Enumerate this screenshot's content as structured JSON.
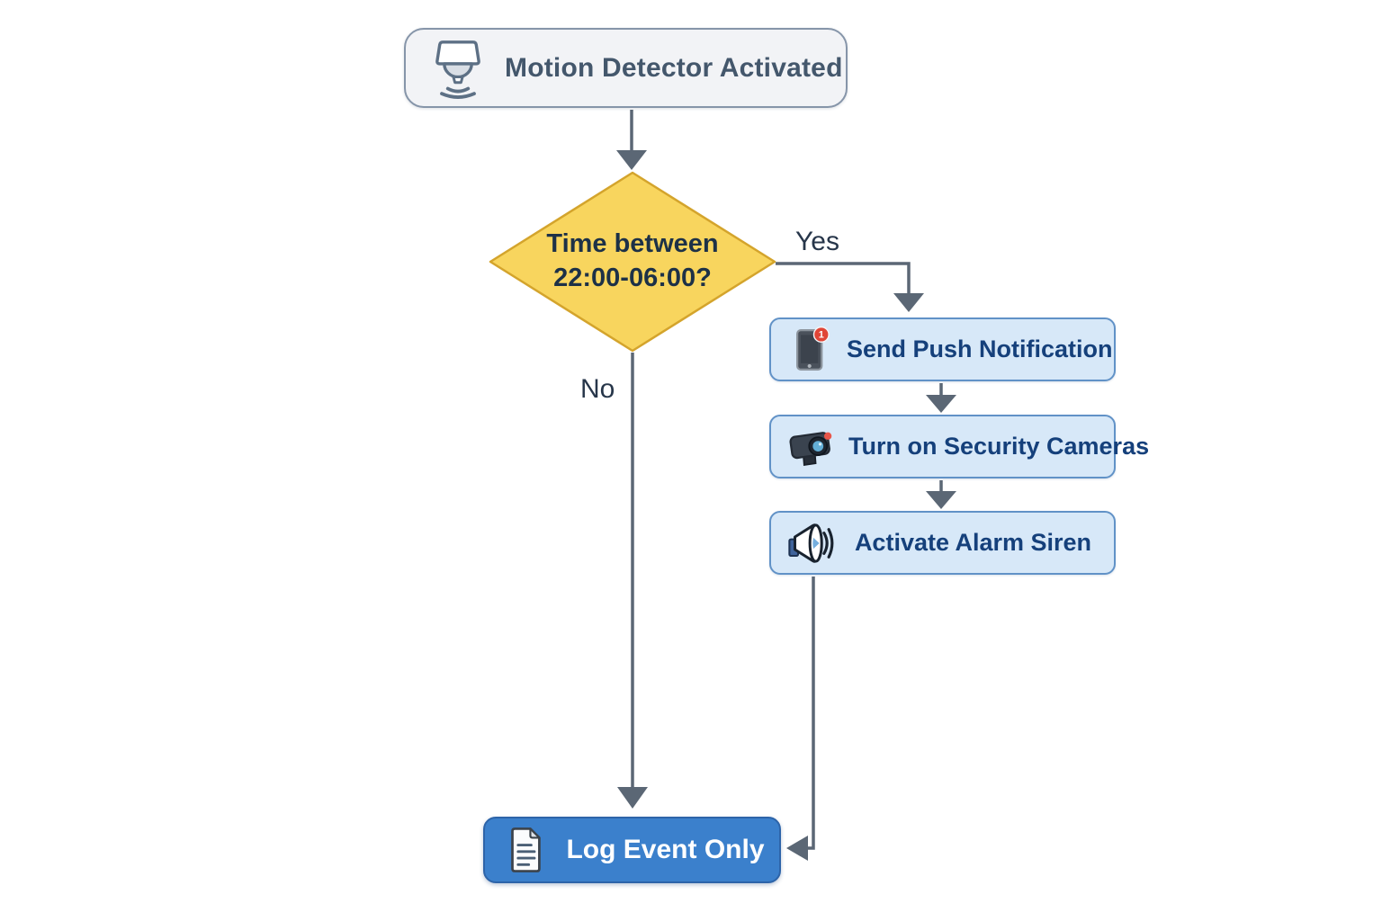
{
  "diagram": {
    "type": "flowchart",
    "topic": "home-security-automation",
    "nodes": {
      "start": {
        "label": "Motion Detector Activated",
        "icon": "motion-sensor-icon",
        "shape": "rounded-rect"
      },
      "decision": {
        "line1": "Time between",
        "line2": "22:00-06:00?",
        "shape": "diamond"
      },
      "push": {
        "label": "Send Push Notification",
        "icon": "phone-notification-icon",
        "badge": "1",
        "shape": "rect"
      },
      "cameras": {
        "label": "Turn on Security Cameras",
        "icon": "security-camera-icon",
        "shape": "rect"
      },
      "siren": {
        "label": "Activate Alarm Siren",
        "icon": "megaphone-icon",
        "shape": "rect"
      },
      "log": {
        "label": "Log Event Only",
        "icon": "document-icon",
        "shape": "rounded-rect"
      }
    },
    "edges": {
      "yes_label": "Yes",
      "no_label": "No",
      "flow": [
        "start -> decision",
        "decision -Yes-> push",
        "push -> cameras",
        "cameras -> siren",
        "siren -> log",
        "decision -No-> log"
      ]
    },
    "colors": {
      "background": "#ffffff",
      "start_fill": "#f2f3f6",
      "start_border": "#8695a9",
      "decision_fill": "#f8d55e",
      "decision_border": "#d4a42c",
      "action_fill": "#d7e8f8",
      "action_border": "#6192c7",
      "action_text": "#15407b",
      "final_fill": "#3b80cc",
      "final_border": "#2d64a9",
      "final_text": "#ffffff",
      "connector": "#5b6775",
      "badge": "#e04537"
    }
  }
}
